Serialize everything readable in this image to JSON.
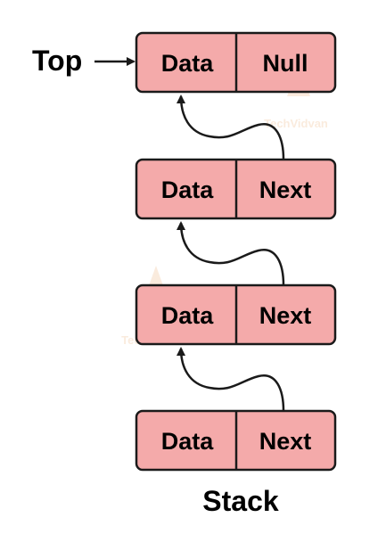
{
  "labels": {
    "top": "Top",
    "caption": "Stack",
    "watermark": "TechVidvan"
  },
  "nodes": [
    {
      "data": "Data",
      "pointer": "Null"
    },
    {
      "data": "Data",
      "pointer": "Next"
    },
    {
      "data": "Data",
      "pointer": "Next"
    },
    {
      "data": "Data",
      "pointer": "Next"
    }
  ],
  "colors": {
    "node_fill": "#f4aaaa",
    "stroke": "#1a1a1a",
    "text": "#000000",
    "watermark": "#f3c7a0"
  }
}
